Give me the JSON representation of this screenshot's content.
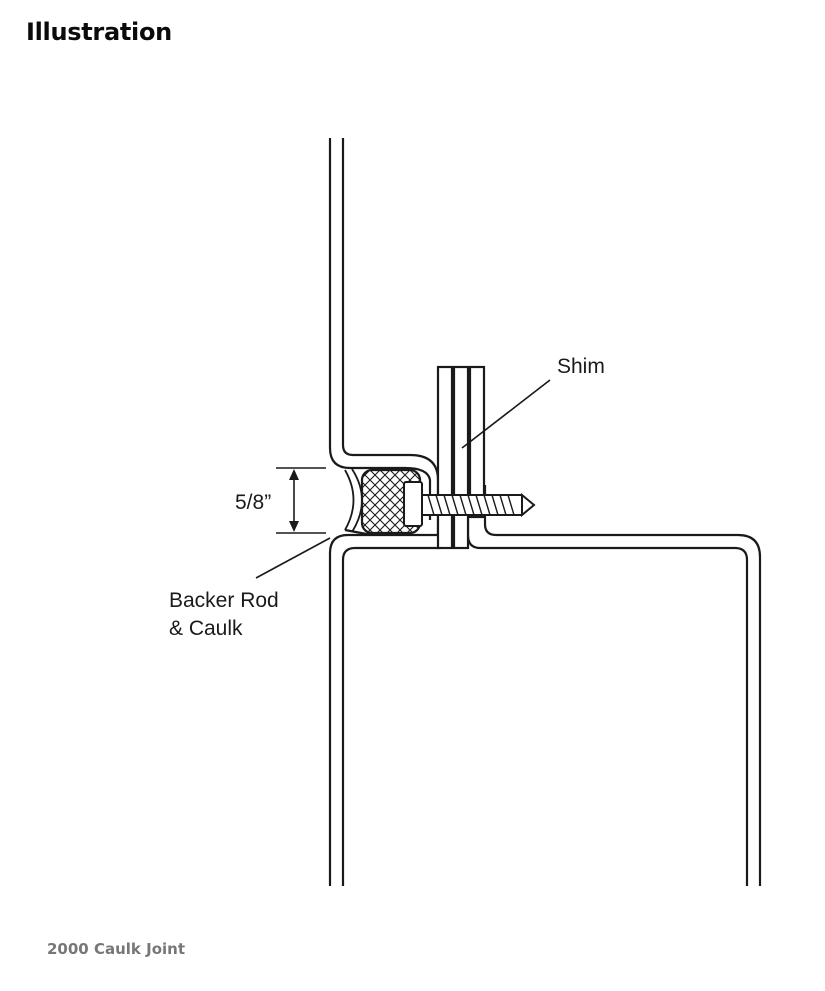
{
  "header": {
    "title": "Illustration"
  },
  "diagram": {
    "labels": {
      "dimension": "5/8”",
      "shim": "Shim",
      "backer_line1": "Backer Rod",
      "backer_line2": "& Caulk"
    },
    "colors": {
      "stroke": "#1a1a1a",
      "background": "#ffffff"
    }
  },
  "caption": {
    "text": "2000 Caulk Joint"
  }
}
